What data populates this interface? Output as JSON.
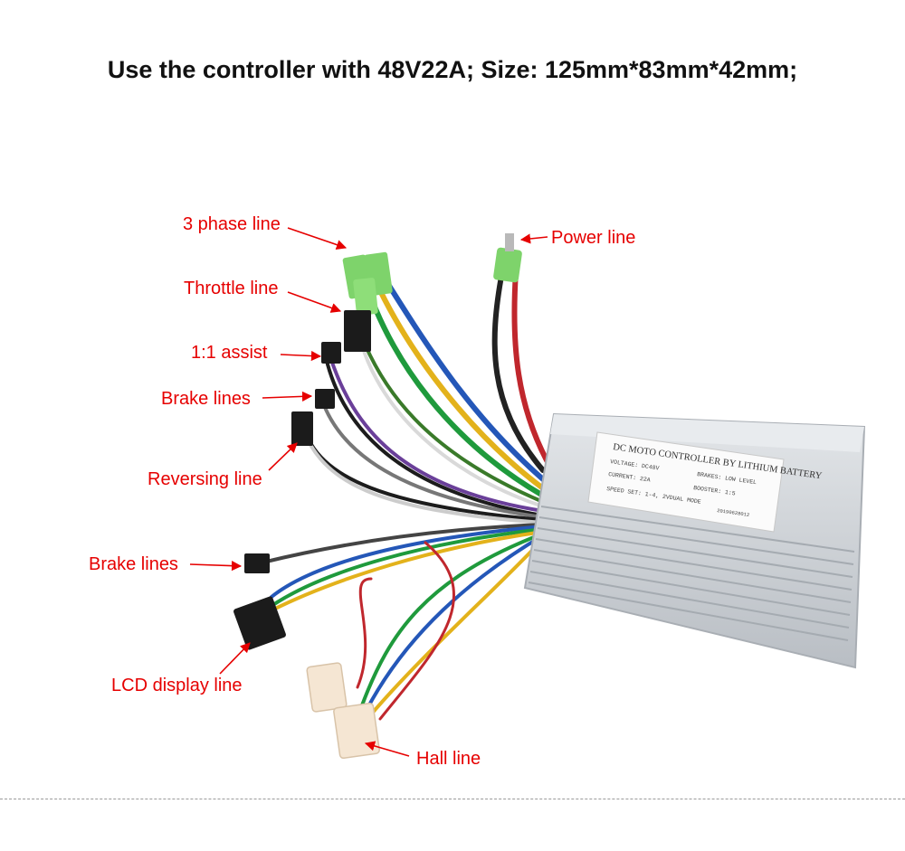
{
  "headline": "Use the controller with 48V22A; Size: 125mm*83mm*42mm;",
  "colors": {
    "label": "#e60000",
    "arrow": "#e60000",
    "housing": "#cfd3d7"
  },
  "labels": {
    "three_phase": "3 phase line",
    "throttle": "Throttle line",
    "assist": "1:1 assist",
    "brake_upper": "Brake lines",
    "reversing": "Reversing line",
    "brake_lower": "Brake lines",
    "lcd": "LCD display line",
    "power": "Power line",
    "hall": "Hall line"
  },
  "controller_sticker": {
    "title": "DC MOTO CONTROLLER BY LITHIUM BATTERY",
    "voltage": "VOLTAGE: DC48V",
    "current": "CURRENT: 22A",
    "brakes": "BRAKES: LOW LEVEL",
    "booster": "BOOSTER: 1:5",
    "speed": "SPEED SET: 1-4, 2VDUAL MODE",
    "serial": "20190628012"
  }
}
